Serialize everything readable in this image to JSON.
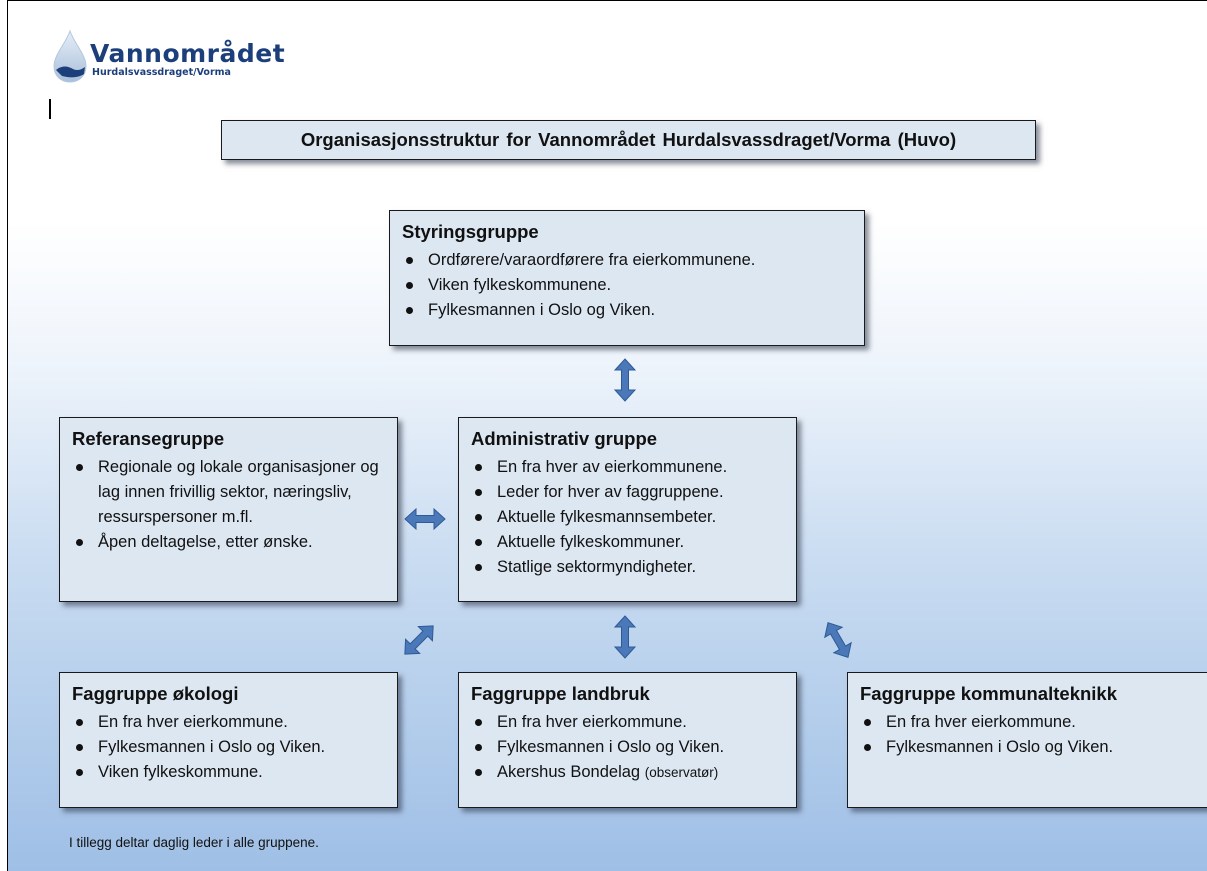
{
  "logo": {
    "name": "Vannområdet",
    "subtitle": "Hurdalsvassdraget/Vorma"
  },
  "title": "Organisasjonsstruktur for Vannområdet Hurdalsvassdraget/Vorma (Huvo)",
  "styringsgruppe": {
    "title": "Styringsgruppe",
    "items": [
      "Ordførere/varaordførere fra eierkommunene.",
      "Viken fylkeskommunene.",
      "Fylkesmannen i Oslo og Viken."
    ]
  },
  "administrativ": {
    "title": "Administrativ gruppe",
    "items": [
      "En fra hver av eierkommunene.",
      "Leder for hver av faggruppene.",
      "Aktuelle fylkesmannsembeter.",
      "Aktuelle fylkeskommuner.",
      "Statlige sektormyndigheter."
    ]
  },
  "referansegruppe": {
    "title": "Referansegruppe",
    "items": [
      "Regionale og lokale organisasjoner og lag innen frivillig sektor, næringsliv, ressurspersoner m.fl.",
      "Åpen deltagelse, etter ønske."
    ]
  },
  "okologi": {
    "title": "Faggruppe økologi",
    "items": [
      "En fra hver eierkommune.",
      "Fylkesmannen i Oslo og Viken.",
      "Viken fylkeskommune."
    ]
  },
  "landbruk": {
    "title": "Faggruppe landbruk",
    "items": [
      "En fra hver eierkommune.",
      "Fylkesmannen i Oslo og Viken."
    ],
    "item3_main": "Akershus Bondelag",
    "item3_note": "(observatør)"
  },
  "kommunalteknikk": {
    "title": "Faggruppe kommunalteknikk",
    "items": [
      "En fra hver eierkommune.",
      "Fylkesmannen i Oslo og Viken."
    ]
  },
  "footnote": "I tillegg deltar daglig leder i alle gruppene.",
  "colors": {
    "box_fill": "#dde7f2",
    "arrow_fill": "#4a78b8",
    "logo_text": "#1c3f7c"
  }
}
